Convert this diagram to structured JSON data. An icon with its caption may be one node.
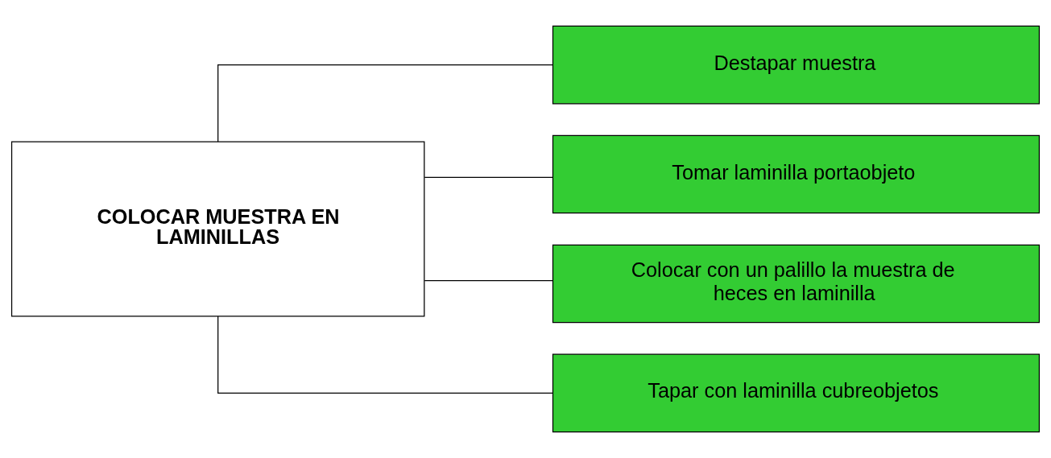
{
  "diagram": {
    "nodes": [
      {
        "text": [
          "COLOCAR MUESTRA EN LAMINILLAS"
        ]
      },
      {
        "text": [
          "Destapar muestra"
        ]
      },
      {
        "text": [
          "Tomar laminilla portaobjeto"
        ]
      },
      {
        "text": [
          "Colocar con un palillo la muestra de heces en laminilla"
        ]
      },
      {
        "text": [
          "Tapar con laminilla cubreobjetos"
        ]
      }
    ],
    "edges": [
      {
        "from": 0,
        "to": 1,
        "arrow": "none"
      },
      {
        "from": 0,
        "to": 2,
        "arrow": "none"
      },
      {
        "from": 0,
        "to": 3,
        "arrow": "none"
      },
      {
        "from": 0,
        "to": 4,
        "arrow": "none"
      }
    ]
  }
}
